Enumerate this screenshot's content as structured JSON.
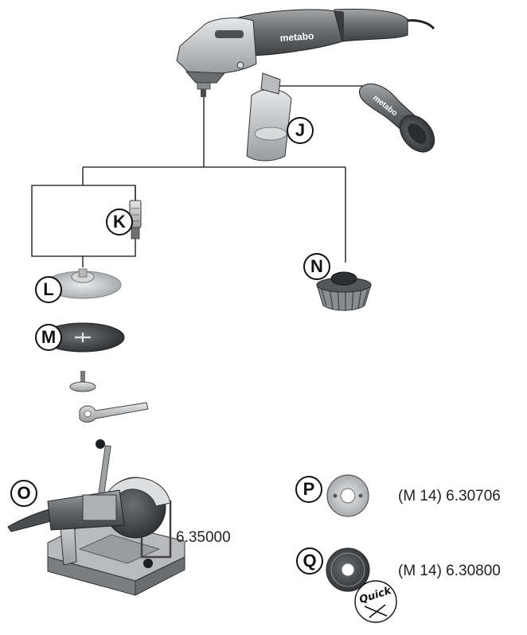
{
  "callouts": {
    "j": "J",
    "k": "K",
    "l": "L",
    "m": "M",
    "n": "N",
    "o": "O",
    "p": "P",
    "q": "Q"
  },
  "order_codes": {
    "o": "6.35000",
    "p": "(M 14) 6.30706",
    "q": "(M 14) 6.30800"
  },
  "brand_marks": {
    "grinder_logo": "metabo",
    "handle_logo": "metabo",
    "quick_logo": "Quick"
  },
  "colors": {
    "line": "#111111",
    "metal_dark": "#5a5d60",
    "metal_mid": "#8d9093",
    "metal_light": "#c9cbcd"
  }
}
